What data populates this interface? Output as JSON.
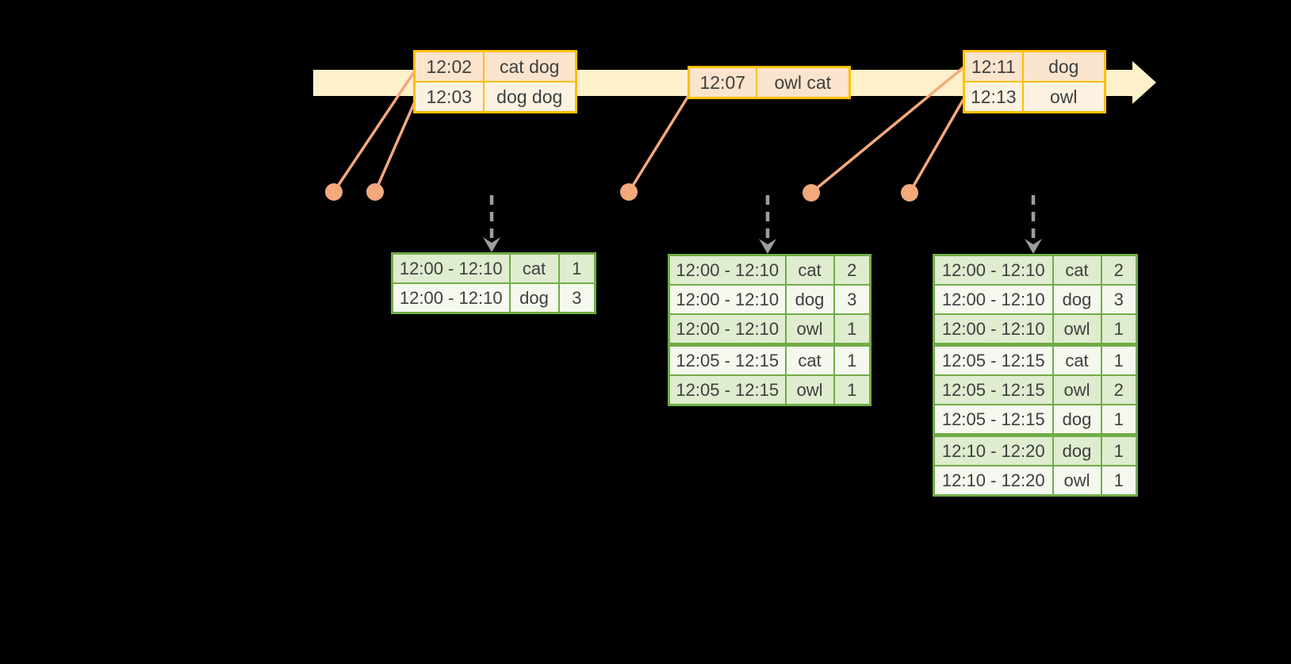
{
  "colors": {
    "background": "#000000",
    "timeline_band": "#fcf1cb",
    "event_border": "#fdc000",
    "event_row_a": "#fbe4cd",
    "event_row_b": "#fdf2e2",
    "connector": "#f3a97c",
    "trigger_gray": "#9d9d9d",
    "result_border": "#71ad47",
    "result_row_a": "#dfeccf",
    "result_row_b": "#f4f8ee",
    "text": "#3f3f3f"
  },
  "icons": {
    "timeline_arrow": "right-arrow-band",
    "event_marker": "filled-circle",
    "trigger_arrow": "dashed-down-arrow"
  },
  "event_tables": [
    {
      "rows": [
        {
          "time": "12:02",
          "words": "cat dog"
        },
        {
          "time": "12:03",
          "words": "dog dog"
        }
      ]
    },
    {
      "rows": [
        {
          "time": "12:07",
          "words": "owl cat"
        }
      ]
    },
    {
      "rows": [
        {
          "time": "12:11",
          "words": "dog"
        },
        {
          "time": "12:13",
          "words": "owl"
        }
      ]
    }
  ],
  "result_tables": [
    {
      "rows": [
        {
          "window": "12:00 - 12:10",
          "word": "cat",
          "count": "1"
        },
        {
          "window": "12:00 - 12:10",
          "word": "dog",
          "count": "3"
        }
      ]
    },
    {
      "rows": [
        {
          "window": "12:00 - 12:10",
          "word": "cat",
          "count": "2"
        },
        {
          "window": "12:00 - 12:10",
          "word": "dog",
          "count": "3"
        },
        {
          "window": "12:00 - 12:10",
          "word": "owl",
          "count": "1"
        },
        {
          "window": "12:05 - 12:15",
          "word": "cat",
          "count": "1"
        },
        {
          "window": "12:05 - 12:15",
          "word": "owl",
          "count": "1"
        }
      ]
    },
    {
      "rows": [
        {
          "window": "12:00 - 12:10",
          "word": "cat",
          "count": "2"
        },
        {
          "window": "12:00 - 12:10",
          "word": "dog",
          "count": "3"
        },
        {
          "window": "12:00 - 12:10",
          "word": "owl",
          "count": "1"
        },
        {
          "window": "12:05 - 12:15",
          "word": "cat",
          "count": "1"
        },
        {
          "window": "12:05 - 12:15",
          "word": "owl",
          "count": "2"
        },
        {
          "window": "12:05 - 12:15",
          "word": "dog",
          "count": "1"
        },
        {
          "window": "12:10 - 12:20",
          "word": "dog",
          "count": "1"
        },
        {
          "window": "12:10 - 12:20",
          "word": "owl",
          "count": "1"
        }
      ]
    }
  ]
}
